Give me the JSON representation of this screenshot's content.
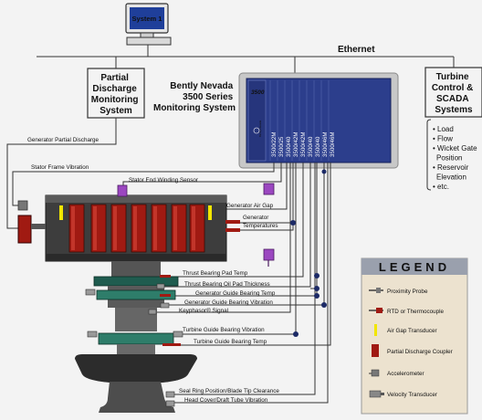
{
  "computer": {
    "screen_label": "System 1"
  },
  "network": {
    "label": "Ethernet"
  },
  "pdm": {
    "lines": [
      "Partial",
      "Discharge",
      "Monitoring",
      "System"
    ]
  },
  "bently": {
    "lines": [
      "Bently Nevada",
      "3500 Series",
      "Monitoring System"
    ]
  },
  "rack": {
    "badge": "3500",
    "logo": "Bently Nevada",
    "modules": [
      "3500/22M",
      "3500/25",
      "3500/40",
      "3500/42M",
      "3500/42M",
      "3500/40",
      "3500/40",
      "3500/46M",
      "3500/46M"
    ]
  },
  "turbine": {
    "lines": [
      "Turbine",
      "Control &",
      "SCADA",
      "Systems"
    ],
    "items": [
      "Load",
      "Flow",
      "Wicket Gate",
      "Position",
      "Reservoir",
      "Elevation",
      "etc."
    ]
  },
  "signals": {
    "generator_partial_discharge": "Generator Partial Discharge",
    "stator_frame_vibration": "Stator Frame Vibration",
    "stator_end_winding_sensor": "Stator End Winding Sensor",
    "generator_air_gap": "Generator Air Gap",
    "generator_temperatures": [
      "Generator",
      "Temperatures"
    ],
    "thrust_bearing_pad_temp": "Thrust Bearing Pad Temp",
    "thrust_bearing_oil_pad_thickness": "Thrust Bearing Oil Pad Thickness",
    "generator_guide_bearing_temp": "Generator Guide Bearing Temp",
    "generator_guide_bearing_vibration": "Generator Guide Bearing Vibration",
    "keyphasor_signal": "Keyphasor® Signal",
    "turbine_guide_bearing_vibration": "Turbine Guide Bearing Vibration",
    "turbine_guide_bearing_temp": "Turbine Guide Bearing Temp",
    "seal_ring_position": "Seal Ring Position/Blade Tip Clearance",
    "head_cover_vibration": "Head Cover/Draft Tube Vibration"
  },
  "legend": {
    "title": "LEGEND",
    "items": [
      {
        "icon": "proximity-probe-icon",
        "label": "Proximity Probe"
      },
      {
        "icon": "rtd-icon",
        "label": "RTD or Thermocouple"
      },
      {
        "icon": "air-gap-icon",
        "label": "Air Gap Transducer"
      },
      {
        "icon": "partial-discharge-icon",
        "label": "Partial Discharge Coupler"
      },
      {
        "icon": "accelerometer-icon",
        "label": "Accelerometer"
      },
      {
        "icon": "velocity-transducer-icon",
        "label": "Velocity Transducer"
      }
    ]
  },
  "colors": {
    "rack": "#2c3e8c",
    "rack_dark": "#1c2a66",
    "coil": "#a01a12",
    "machine": "#3a3a3a",
    "purple": "#9b47c0",
    "yellow": "#f2e600",
    "bearing": "#2e7d6a",
    "legend_bg": "#ece2cf",
    "legend_title_bg": "#9aa0ad"
  }
}
